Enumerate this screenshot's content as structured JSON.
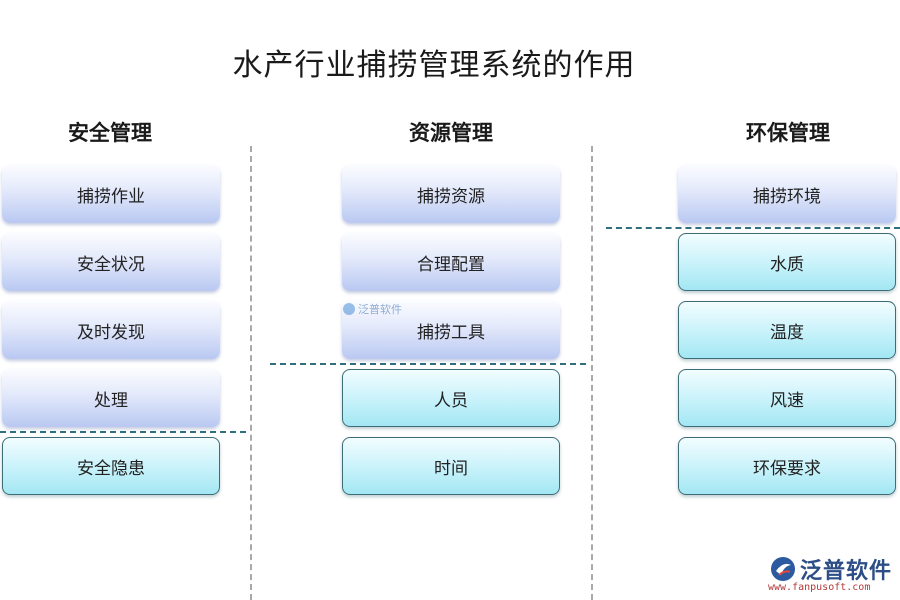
{
  "title": "水产行业捕捞管理系统的作用",
  "columns": [
    {
      "heading": "安全管理",
      "items": [
        "捕捞作业",
        "安全状况",
        "及时发现",
        "处理",
        "安全隐患"
      ]
    },
    {
      "heading": "资源管理",
      "items": [
        "捕捞资源",
        "合理配置",
        "捕捞工具",
        "人员",
        "时间"
      ]
    },
    {
      "heading": "环保管理",
      "items": [
        "捕捞环境",
        "水质",
        "温度",
        "风速",
        "环保要求"
      ]
    }
  ],
  "colors": {
    "blue_box": "#c9d5f6",
    "cyan_box": "#b4ecf6",
    "cyan_border": "#3c6d78",
    "divider": "#2f6f7e"
  },
  "watermark_small": "泛普软件",
  "logo": {
    "text": "泛普软件",
    "url": "www.fanpusoft.com"
  }
}
